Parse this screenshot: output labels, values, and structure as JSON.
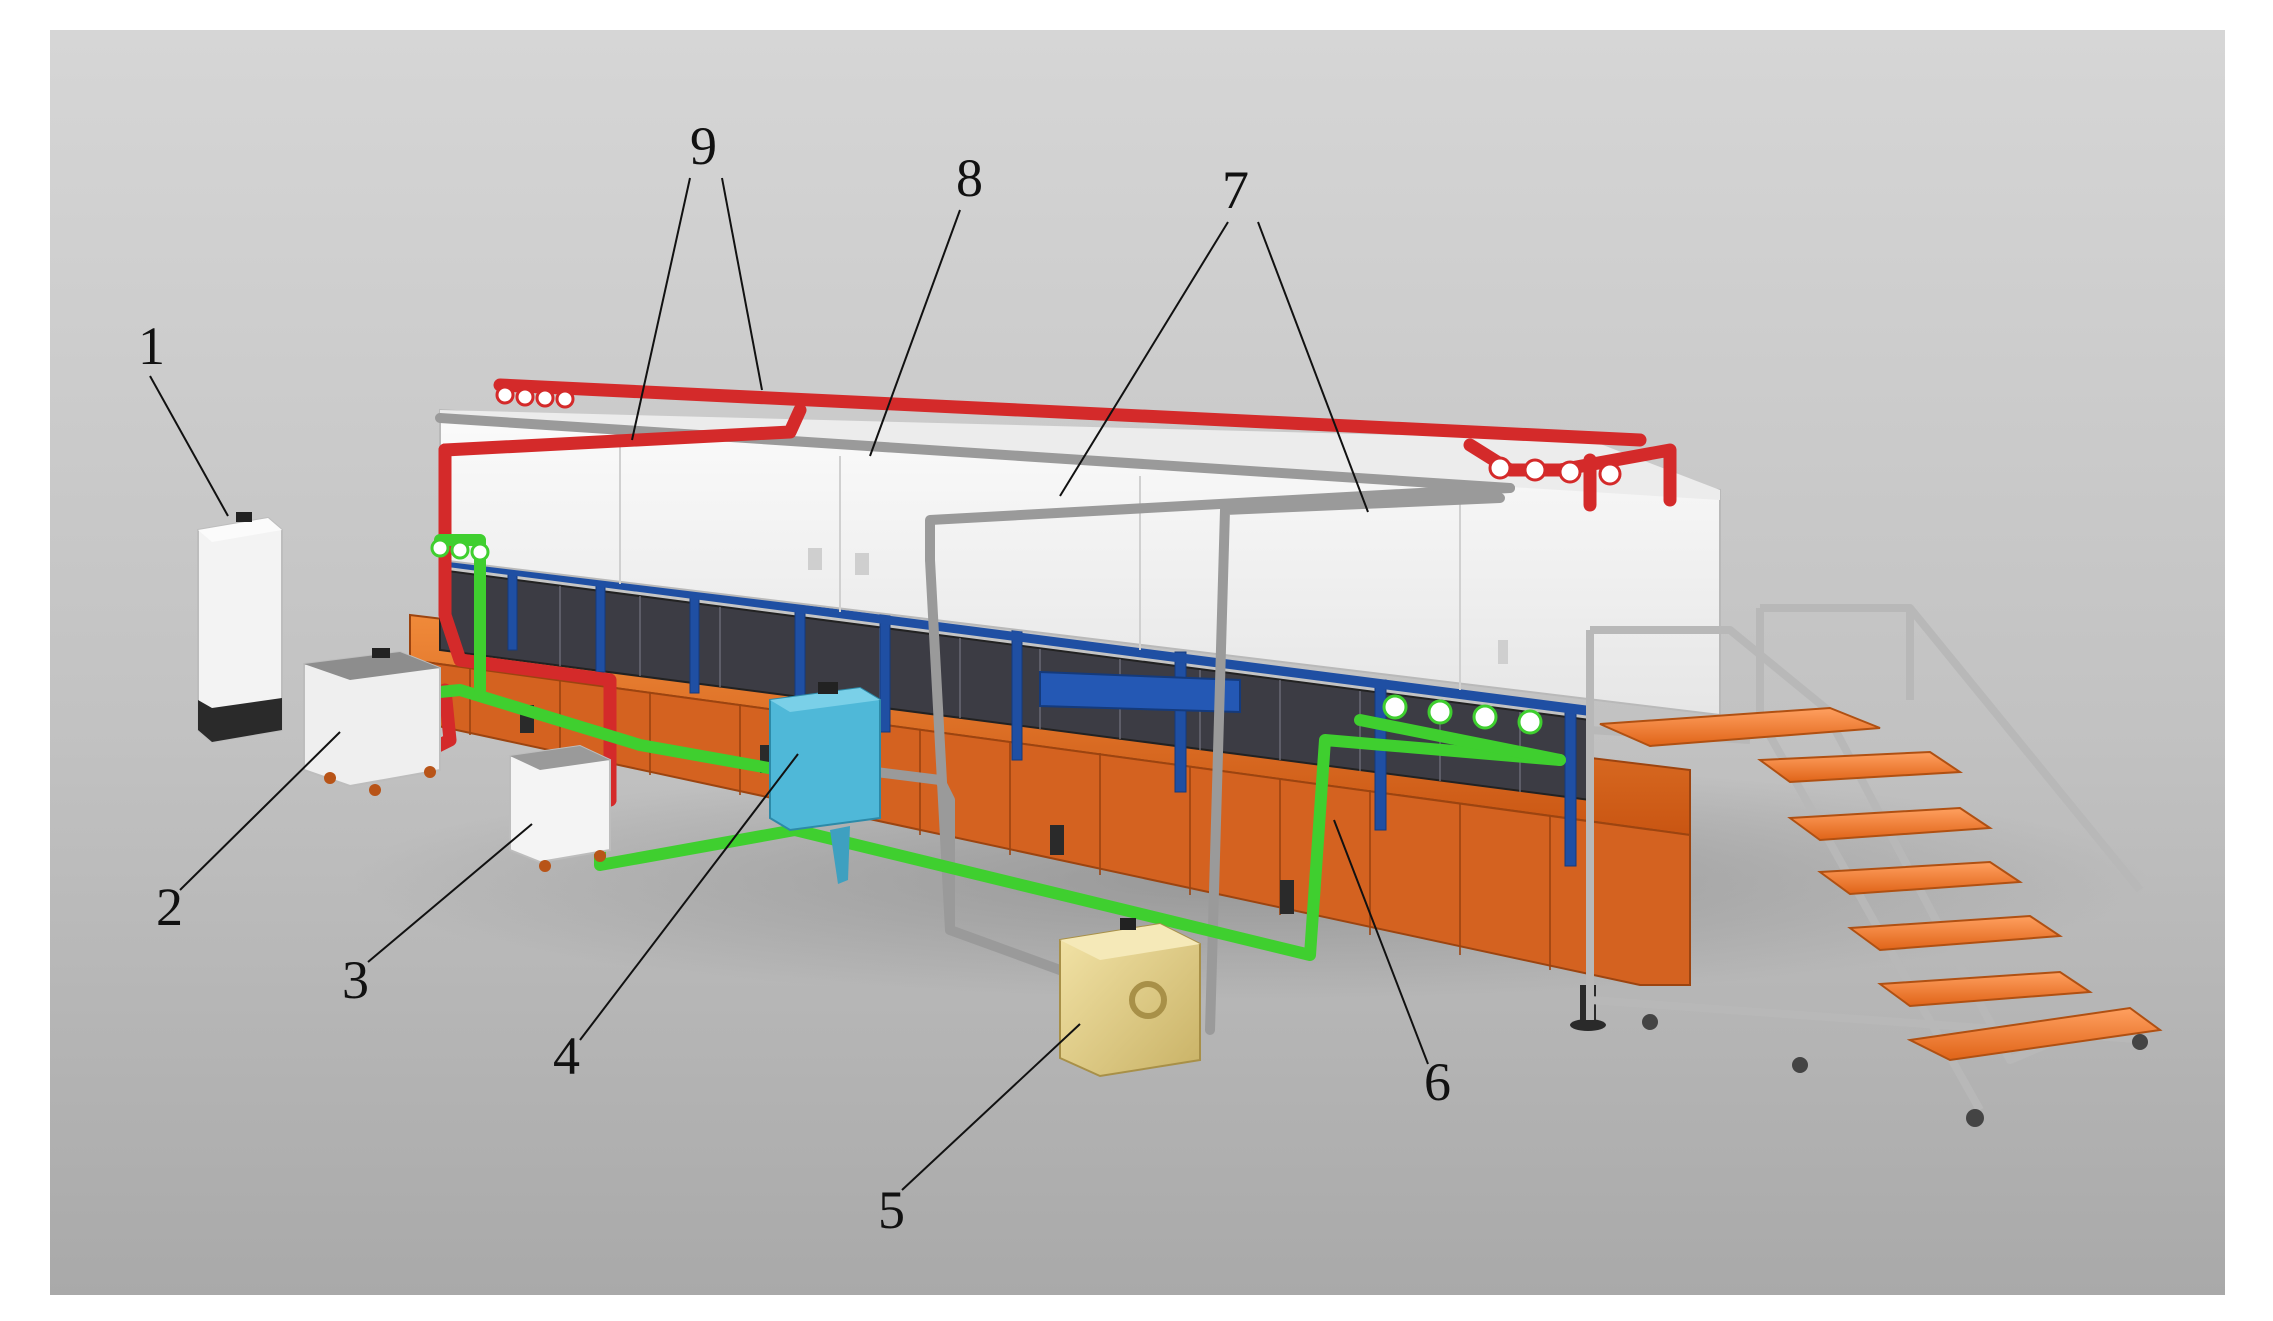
{
  "colors": {
    "background_top": "#cfcfcf",
    "background_bottom": "#a6a6a6",
    "hot_pipe": "#d42a2a",
    "cold_pipe": "#3fcf2f",
    "gas_pipe": "#9a9a9a",
    "base_frame": "#e0681e",
    "columns": "#1f4fa3",
    "tank": "#f2f2f2",
    "stair_frame": "#b8b8b8",
    "pump_box": "#4fb8d8",
    "gold_box": "#e3d08a"
  },
  "callouts": [
    {
      "id": "1",
      "label": "1"
    },
    {
      "id": "2",
      "label": "2"
    },
    {
      "id": "3",
      "label": "3"
    },
    {
      "id": "4",
      "label": "4"
    },
    {
      "id": "5",
      "label": "5"
    },
    {
      "id": "6",
      "label": "6"
    },
    {
      "id": "7",
      "label": "7"
    },
    {
      "id": "8",
      "label": "8"
    },
    {
      "id": "9",
      "label": "9"
    }
  ]
}
